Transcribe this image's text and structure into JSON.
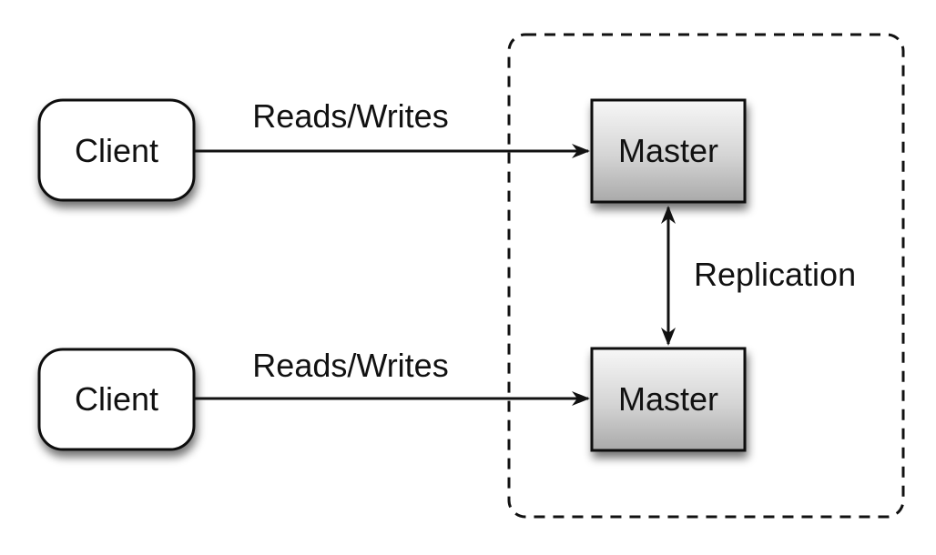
{
  "clients": [
    {
      "label": "Client"
    },
    {
      "label": "Client"
    }
  ],
  "masters": [
    {
      "label": "Master"
    },
    {
      "label": "Master"
    }
  ],
  "edges": {
    "top_label": "Reads/Writes",
    "bottom_label": "Reads/Writes",
    "replication_label": "Replication"
  },
  "colors": {
    "stroke": "#111111",
    "client_fill": "#ffffff",
    "master_fill_top": "#f7f7f7",
    "master_fill_bottom": "#a9a9a9",
    "shadow": "#555555"
  }
}
